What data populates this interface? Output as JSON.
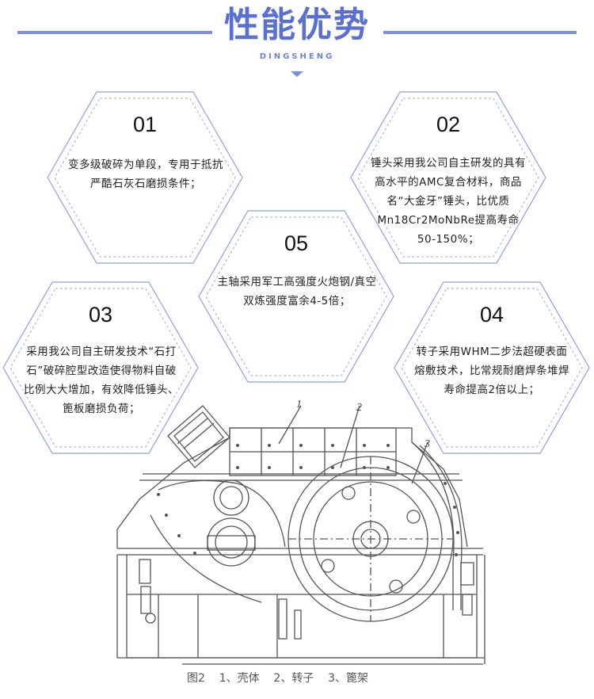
{
  "header": {
    "title": "性能优势",
    "subtitle": "DINGSHENG"
  },
  "colors": {
    "accent": "#5a6fd2",
    "hex_border": "#8fa0dc"
  },
  "features": [
    {
      "number": "01",
      "text": "变多级破碎为单段，专用于抵抗严酷石灰石磨损条件；"
    },
    {
      "number": "02",
      "text": "锤头采用我公司自主研发的具有高水平的AMC复合材料，商品名“大金牙”锤头，比优质Mn18Cr2MoNbRe提高寿命50-150%；"
    },
    {
      "number": "05",
      "text": "主轴采用军工高强度火炮钢/真空双炼强度富余4-5倍；"
    },
    {
      "number": "03",
      "text": "采用我公司自主研发技术“石打石”破碎腔型改造使得物料自破比例大大增加，有效降低锤头、篦板磨损负荷；"
    },
    {
      "number": "04",
      "text": "转子采用WHM二步法超硬表面熔敷技术，比常规耐磨焊条堆焊寿命提高2倍以上；"
    }
  ],
  "drawing": {
    "part_numbers": [
      "1",
      "2",
      "3"
    ],
    "caption": "图2    1、壳体    2、转子    3、篦架"
  }
}
